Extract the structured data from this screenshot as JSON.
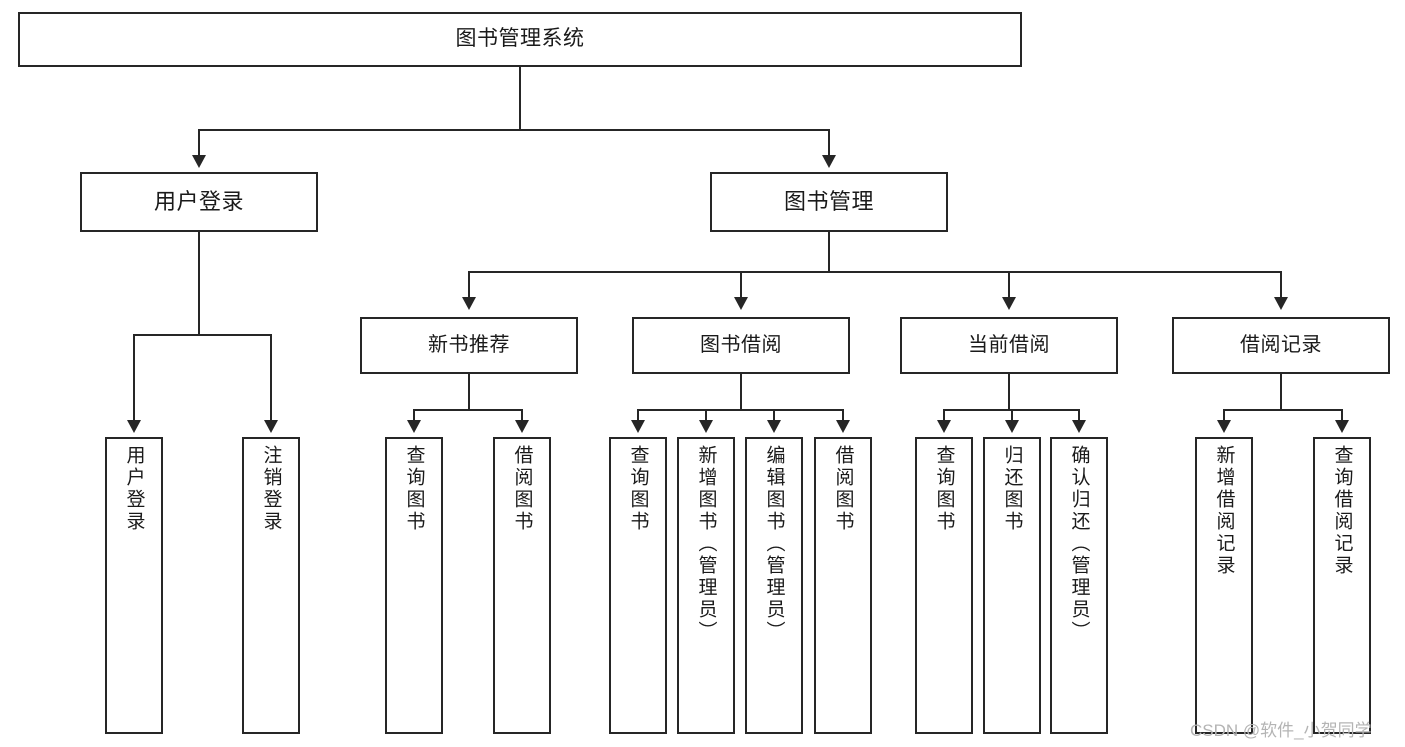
{
  "diagram": {
    "type": "tree-hierarchy-flowchart",
    "title": "图书管理系统",
    "root": {
      "id": "root",
      "label": "图书管理系统"
    },
    "level1": [
      {
        "id": "user-login",
        "label": "用户登录"
      },
      {
        "id": "book-manage",
        "label": "图书管理"
      }
    ],
    "level2": [
      {
        "id": "new-book-recommend",
        "label": "新书推荐",
        "parent": "book-manage"
      },
      {
        "id": "book-borrow",
        "label": "图书借阅",
        "parent": "book-manage"
      },
      {
        "id": "current-borrow",
        "label": "当前借阅",
        "parent": "book-manage"
      },
      {
        "id": "borrow-record",
        "label": "借阅记录",
        "parent": "book-manage"
      }
    ],
    "leaves": {
      "user-login": [
        {
          "id": "leaf-user-login",
          "label": "用户登录"
        },
        {
          "id": "leaf-logout",
          "label": "注销登录"
        }
      ],
      "new-book-recommend": [
        {
          "id": "leaf-query-book-1",
          "label": "查询图书"
        },
        {
          "id": "leaf-borrow-book-1",
          "label": "借阅图书"
        }
      ],
      "book-borrow": [
        {
          "id": "leaf-query-book-2",
          "label": "查询图书"
        },
        {
          "id": "leaf-add-book",
          "label": "新增图书（管理员）"
        },
        {
          "id": "leaf-edit-book",
          "label": "编辑图书（管理员）"
        },
        {
          "id": "leaf-borrow-book-2",
          "label": "借阅图书"
        }
      ],
      "current-borrow": [
        {
          "id": "leaf-query-book-3",
          "label": "查询图书"
        },
        {
          "id": "leaf-return-book",
          "label": "归还图书"
        },
        {
          "id": "leaf-confirm-return",
          "label": "确认归还（管理员）"
        }
      ],
      "borrow-record": [
        {
          "id": "leaf-add-record",
          "label": "新增借阅记录"
        },
        {
          "id": "leaf-query-record",
          "label": "查询借阅记录"
        }
      ]
    }
  },
  "watermark": {
    "text": "CSDN @软件_小贺同学"
  },
  "colors": {
    "stroke": "#262626",
    "fill": "#ffffff",
    "text": "#1a1a1a",
    "watermark": "#b4b4b4"
  }
}
